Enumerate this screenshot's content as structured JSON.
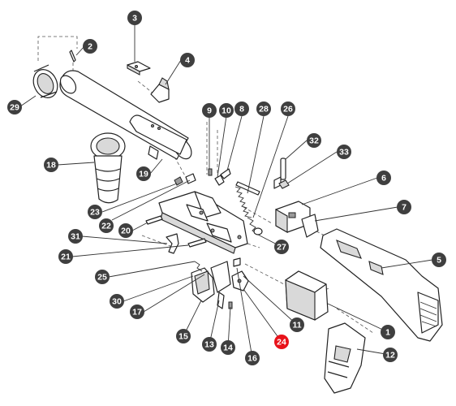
{
  "highlight_color": "#e8121a",
  "callout_color": "#3f3f3f",
  "callouts": [
    {
      "id": "c3",
      "label": "3"
    },
    {
      "id": "c2",
      "label": "2"
    },
    {
      "id": "c4",
      "label": "4"
    },
    {
      "id": "c29",
      "label": "29"
    },
    {
      "id": "c9",
      "label": "9"
    },
    {
      "id": "c10",
      "label": "10"
    },
    {
      "id": "c8",
      "label": "8"
    },
    {
      "id": "c28",
      "label": "28"
    },
    {
      "id": "c26",
      "label": "26"
    },
    {
      "id": "c32",
      "label": "32"
    },
    {
      "id": "c33",
      "label": "33"
    },
    {
      "id": "c18",
      "label": "18"
    },
    {
      "id": "c19",
      "label": "19"
    },
    {
      "id": "c6",
      "label": "6"
    },
    {
      "id": "c7",
      "label": "7"
    },
    {
      "id": "c23",
      "label": "23"
    },
    {
      "id": "c22",
      "label": "22"
    },
    {
      "id": "c20",
      "label": "20"
    },
    {
      "id": "c27",
      "label": "27"
    },
    {
      "id": "c31",
      "label": "31"
    },
    {
      "id": "c5",
      "label": "5"
    },
    {
      "id": "c21",
      "label": "21"
    },
    {
      "id": "c25",
      "label": "25"
    },
    {
      "id": "c30",
      "label": "30"
    },
    {
      "id": "c17",
      "label": "17"
    },
    {
      "id": "c11",
      "label": "11"
    },
    {
      "id": "c1",
      "label": "1"
    },
    {
      "id": "c15",
      "label": "15"
    },
    {
      "id": "c13",
      "label": "13"
    },
    {
      "id": "c14",
      "label": "14"
    },
    {
      "id": "c16",
      "label": "16"
    },
    {
      "id": "c24",
      "label": "24",
      "highlighted": true
    },
    {
      "id": "c12",
      "label": "12"
    }
  ]
}
